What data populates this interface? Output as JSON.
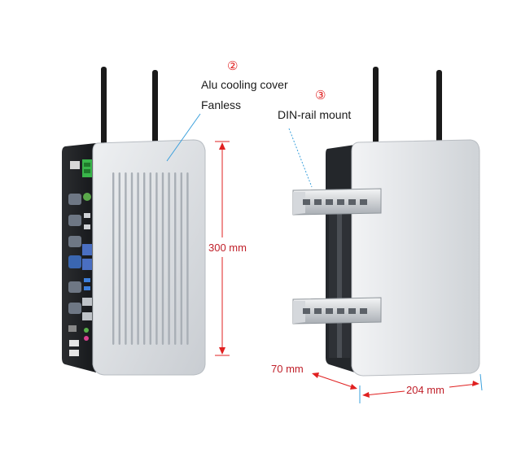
{
  "callouts": {
    "cover_number": "②",
    "cover_title": "Alu cooling cover",
    "cover_sub": "Fanless",
    "rail_number": "③",
    "rail_title": "DIN-rail mount"
  },
  "dimensions": {
    "height": "300 mm",
    "depth": "70 mm",
    "width": "204 mm"
  },
  "colors": {
    "accent_red": "#e02020",
    "pointer_blue": "#3aa0dc",
    "case_silver": "#dcdfe3",
    "terminal_green": "#39b54a"
  }
}
